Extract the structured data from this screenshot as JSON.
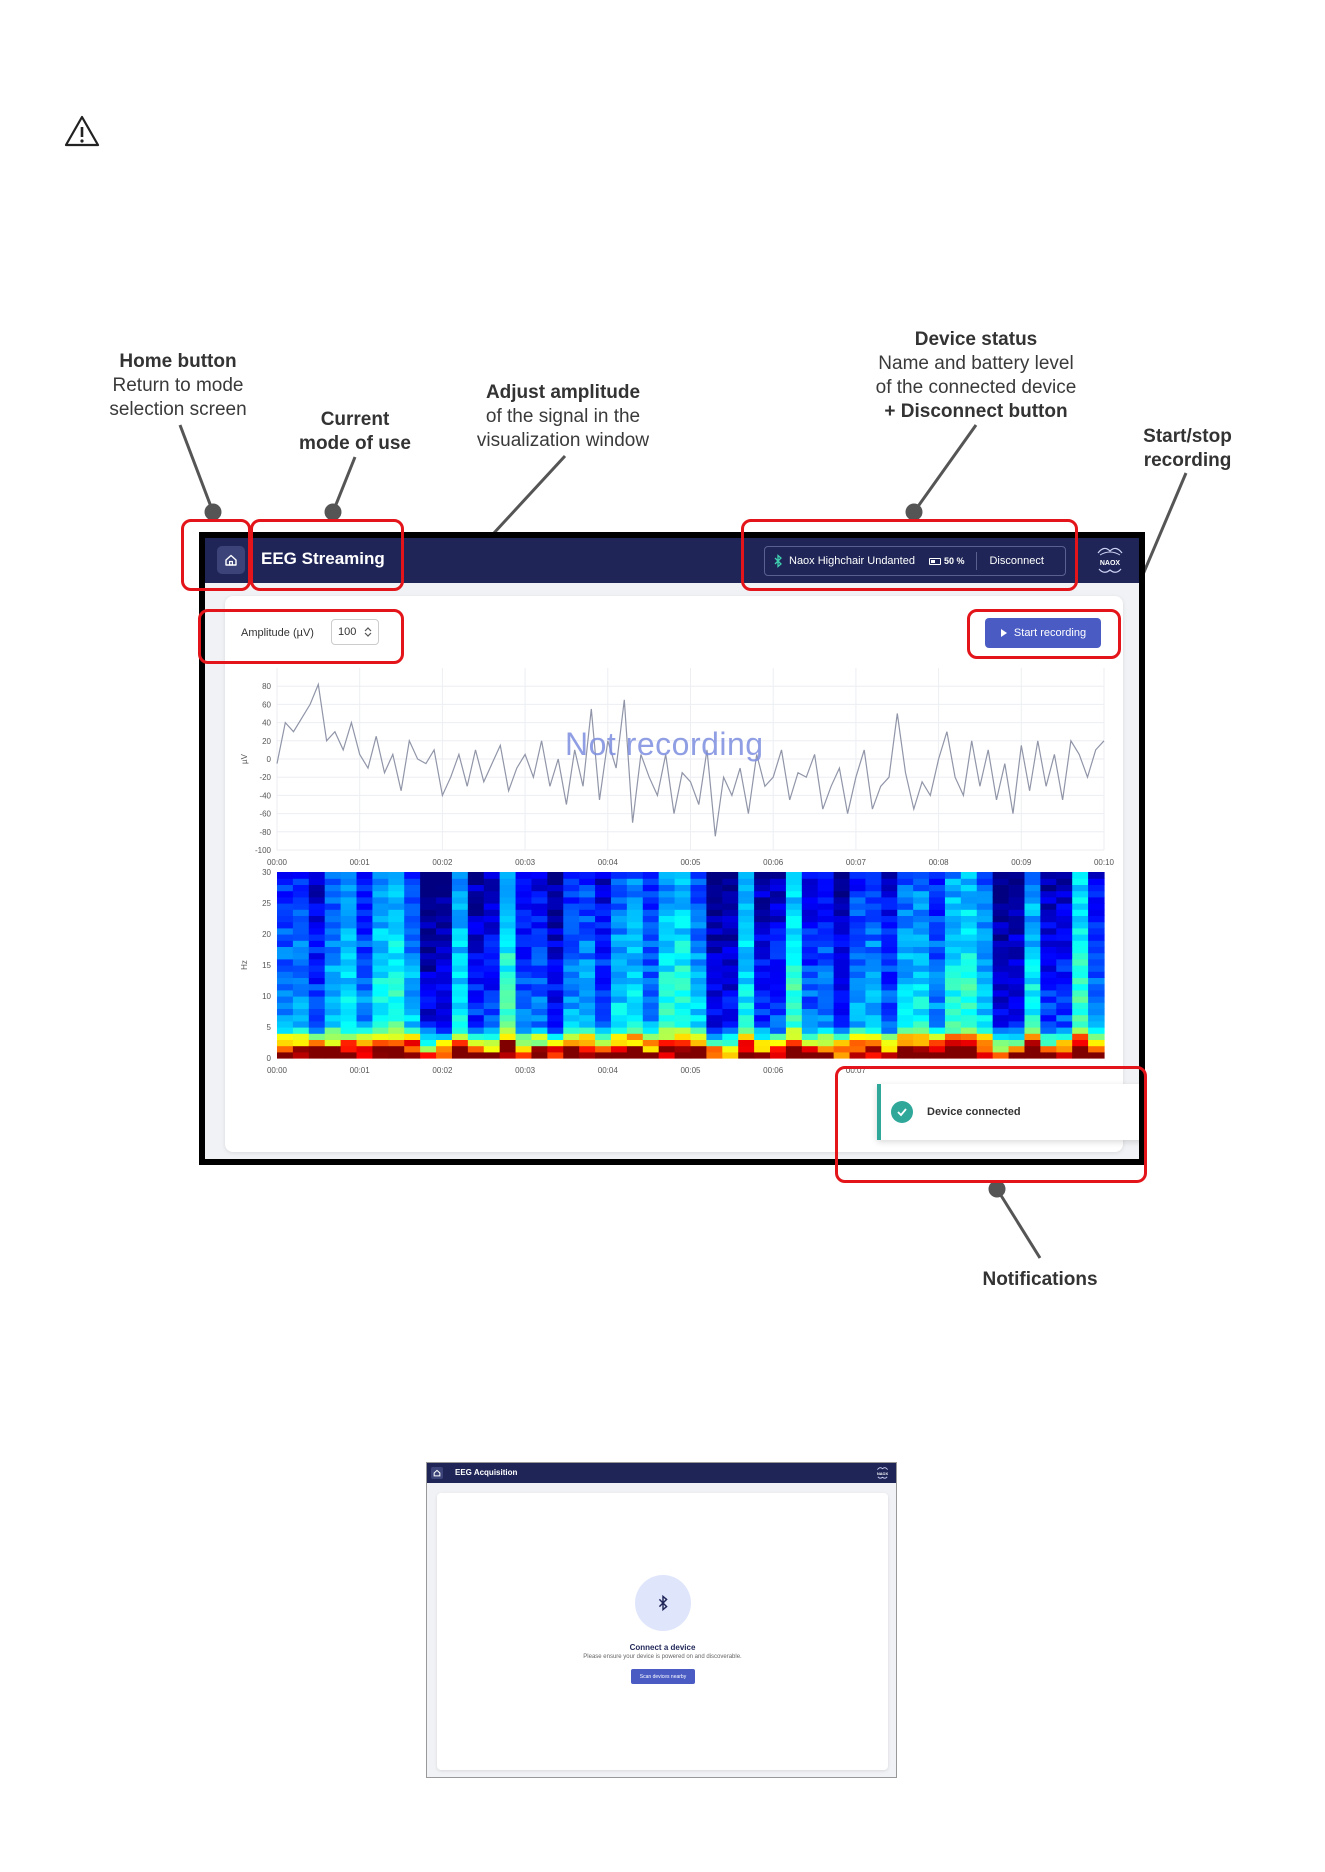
{
  "callouts": {
    "home": {
      "title": "Home button",
      "lines": [
        "Return to mode",
        "selection screen"
      ]
    },
    "mode": {
      "title_lines": [
        "Current",
        "mode of use"
      ]
    },
    "amplitude": {
      "title": "Adjust amplitude",
      "lines": [
        "of the signal in the",
        "visualization window"
      ]
    },
    "device": {
      "title": "Device status",
      "lines": [
        "Name and battery level",
        "of the connected device"
      ],
      "extra": "+ Disconnect button"
    },
    "record": {
      "title_lines": [
        "Start/stop",
        "recording"
      ]
    },
    "notifications": {
      "title": "Notifications"
    }
  },
  "app": {
    "mode_title": "EEG Streaming",
    "device_name": "Naox Highchair Undanted",
    "battery": "50 %",
    "disconnect_label": "Disconnect",
    "logo_text": "NAOX",
    "amplitude_label": "Amplitude (µV)",
    "amplitude_value": "100",
    "record_label": "Start recording",
    "overlay": "Not recording",
    "notification": "Device connected",
    "colors": {
      "topbar": "#1f2657",
      "accent": "#4a5cc4",
      "success": "#2fa89a",
      "highlight": "#e3151a"
    }
  },
  "chart_data": [
    {
      "type": "line",
      "ylabel": "µV",
      "ylim": [
        -100,
        100
      ],
      "yticks": [
        "80",
        "60",
        "40",
        "20",
        "0",
        "-20",
        "-40",
        "-60",
        "-80",
        "-100"
      ],
      "xticks": [
        "00:00",
        "00:01",
        "00:02",
        "00:03",
        "00:04",
        "00:05",
        "00:06",
        "00:07",
        "00:08",
        "00:09",
        "00:10"
      ],
      "xlim": [
        0,
        10
      ],
      "x": [
        0,
        0.1,
        0.2,
        0.3,
        0.4,
        0.5,
        0.6,
        0.7,
        0.8,
        0.9,
        1.0,
        1.1,
        1.2,
        1.3,
        1.4,
        1.5,
        1.6,
        1.7,
        1.8,
        1.9,
        2.0,
        2.1,
        2.2,
        2.3,
        2.4,
        2.5,
        2.6,
        2.7,
        2.8,
        2.9,
        3.0,
        3.1,
        3.2,
        3.3,
        3.4,
        3.5,
        3.6,
        3.7,
        3.8,
        3.9,
        4.0,
        4.1,
        4.2,
        4.3,
        4.4,
        4.5,
        4.6,
        4.7,
        4.8,
        4.9,
        5.0,
        5.1,
        5.2,
        5.3,
        5.4,
        5.5,
        5.6,
        5.7,
        5.8,
        5.9,
        6.0,
        6.1,
        6.2,
        6.3,
        6.4,
        6.5,
        6.6,
        6.7,
        6.8,
        6.9,
        7.0,
        7.1,
        7.2,
        7.3,
        7.4,
        7.5,
        7.6,
        7.7,
        7.8,
        7.9,
        8.0,
        8.1,
        8.2,
        8.3,
        8.4,
        8.5,
        8.6,
        8.7,
        8.8,
        8.9,
        9.0,
        9.1,
        9.2,
        9.3,
        9.4,
        9.5,
        9.6,
        9.7,
        9.8,
        9.9,
        10.0
      ],
      "y": [
        -5,
        40,
        30,
        45,
        60,
        82,
        20,
        30,
        10,
        40,
        5,
        -10,
        25,
        -15,
        5,
        -35,
        20,
        0,
        -5,
        10,
        -40,
        -20,
        5,
        -30,
        10,
        -25,
        -5,
        15,
        -35,
        -10,
        5,
        -20,
        20,
        -30,
        0,
        -50,
        10,
        -30,
        55,
        -45,
        20,
        -10,
        65,
        -70,
        5,
        -20,
        -40,
        5,
        -60,
        -15,
        -25,
        -50,
        10,
        -85,
        -20,
        -40,
        -10,
        -60,
        5,
        -30,
        -20,
        10,
        -45,
        -15,
        -20,
        5,
        -55,
        -30,
        -10,
        -60,
        -20,
        10,
        -55,
        -30,
        -20,
        50,
        -15,
        -55,
        -25,
        -40,
        0,
        30,
        -20,
        -40,
        20,
        -30,
        10,
        -45,
        -5,
        -60,
        15,
        -35,
        20,
        -30,
        5,
        -45,
        20,
        5,
        -20,
        10,
        20
      ]
    },
    {
      "type": "heatmap",
      "ylabel": "Hz",
      "ylim": [
        0,
        30
      ],
      "yticks": [
        "30",
        "25",
        "20",
        "15",
        "10",
        "5",
        "0"
      ],
      "xticks": [
        "00:00",
        "00:01",
        "00:02",
        "00:03",
        "00:04",
        "00:05",
        "00:06",
        "00:07"
      ],
      "xlim": [
        0,
        10
      ]
    }
  ],
  "app2": {
    "mode_title": "EEG Acquisition",
    "logo_text": "NAOX",
    "connect_title": "Connect a device",
    "connect_sub": "Please ensure your device is powered on and discoverable.",
    "scan_label": "Scan devices nearby"
  }
}
